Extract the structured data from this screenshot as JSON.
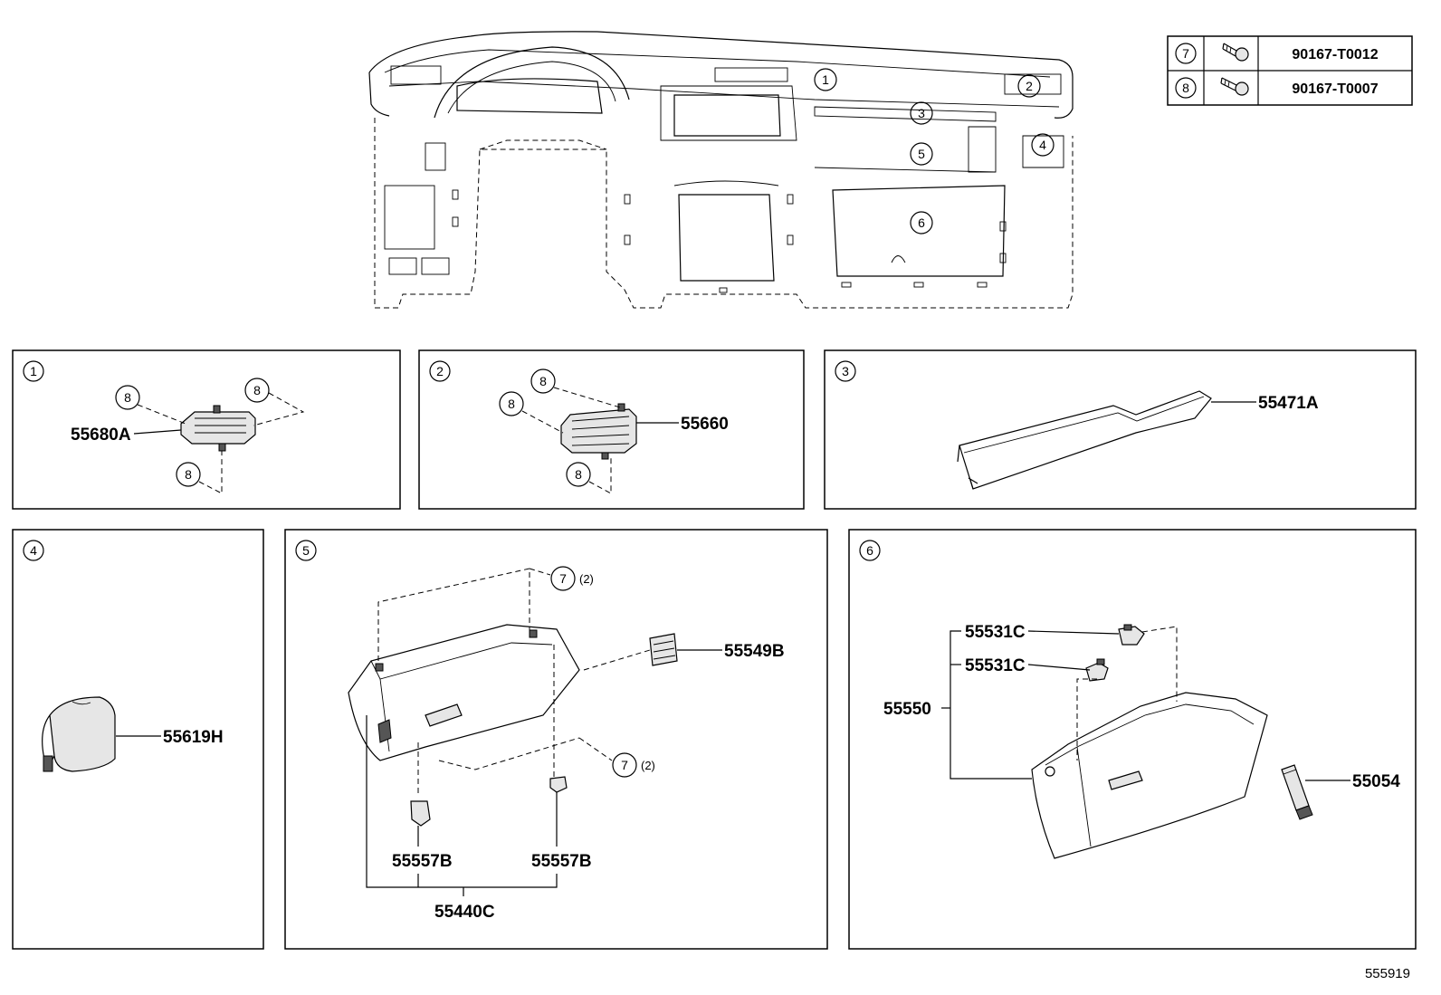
{
  "legend": [
    {
      "num": "7",
      "part": "90167-T0012"
    },
    {
      "num": "8",
      "part": "90167-T0007"
    }
  ],
  "overview": {
    "callouts": [
      "1",
      "2",
      "3",
      "4",
      "5",
      "6"
    ]
  },
  "panels": [
    {
      "id": "1",
      "parts": [
        "55680A"
      ],
      "fasteners": [
        "8",
        "8",
        "8"
      ]
    },
    {
      "id": "2",
      "parts": [
        "55660"
      ],
      "fasteners": [
        "8",
        "8",
        "8"
      ]
    },
    {
      "id": "3",
      "parts": [
        "55471A"
      ]
    },
    {
      "id": "4",
      "parts": [
        "55619H"
      ]
    },
    {
      "id": "5",
      "parts": [
        "55549B",
        "55557B",
        "55557B",
        "55440C"
      ],
      "fasteners": [
        "7",
        "7"
      ],
      "qty": "(2)"
    },
    {
      "id": "6",
      "parts": [
        "55531C",
        "55531C",
        "55550",
        "55054"
      ]
    }
  ],
  "diagram_ref": "555919"
}
